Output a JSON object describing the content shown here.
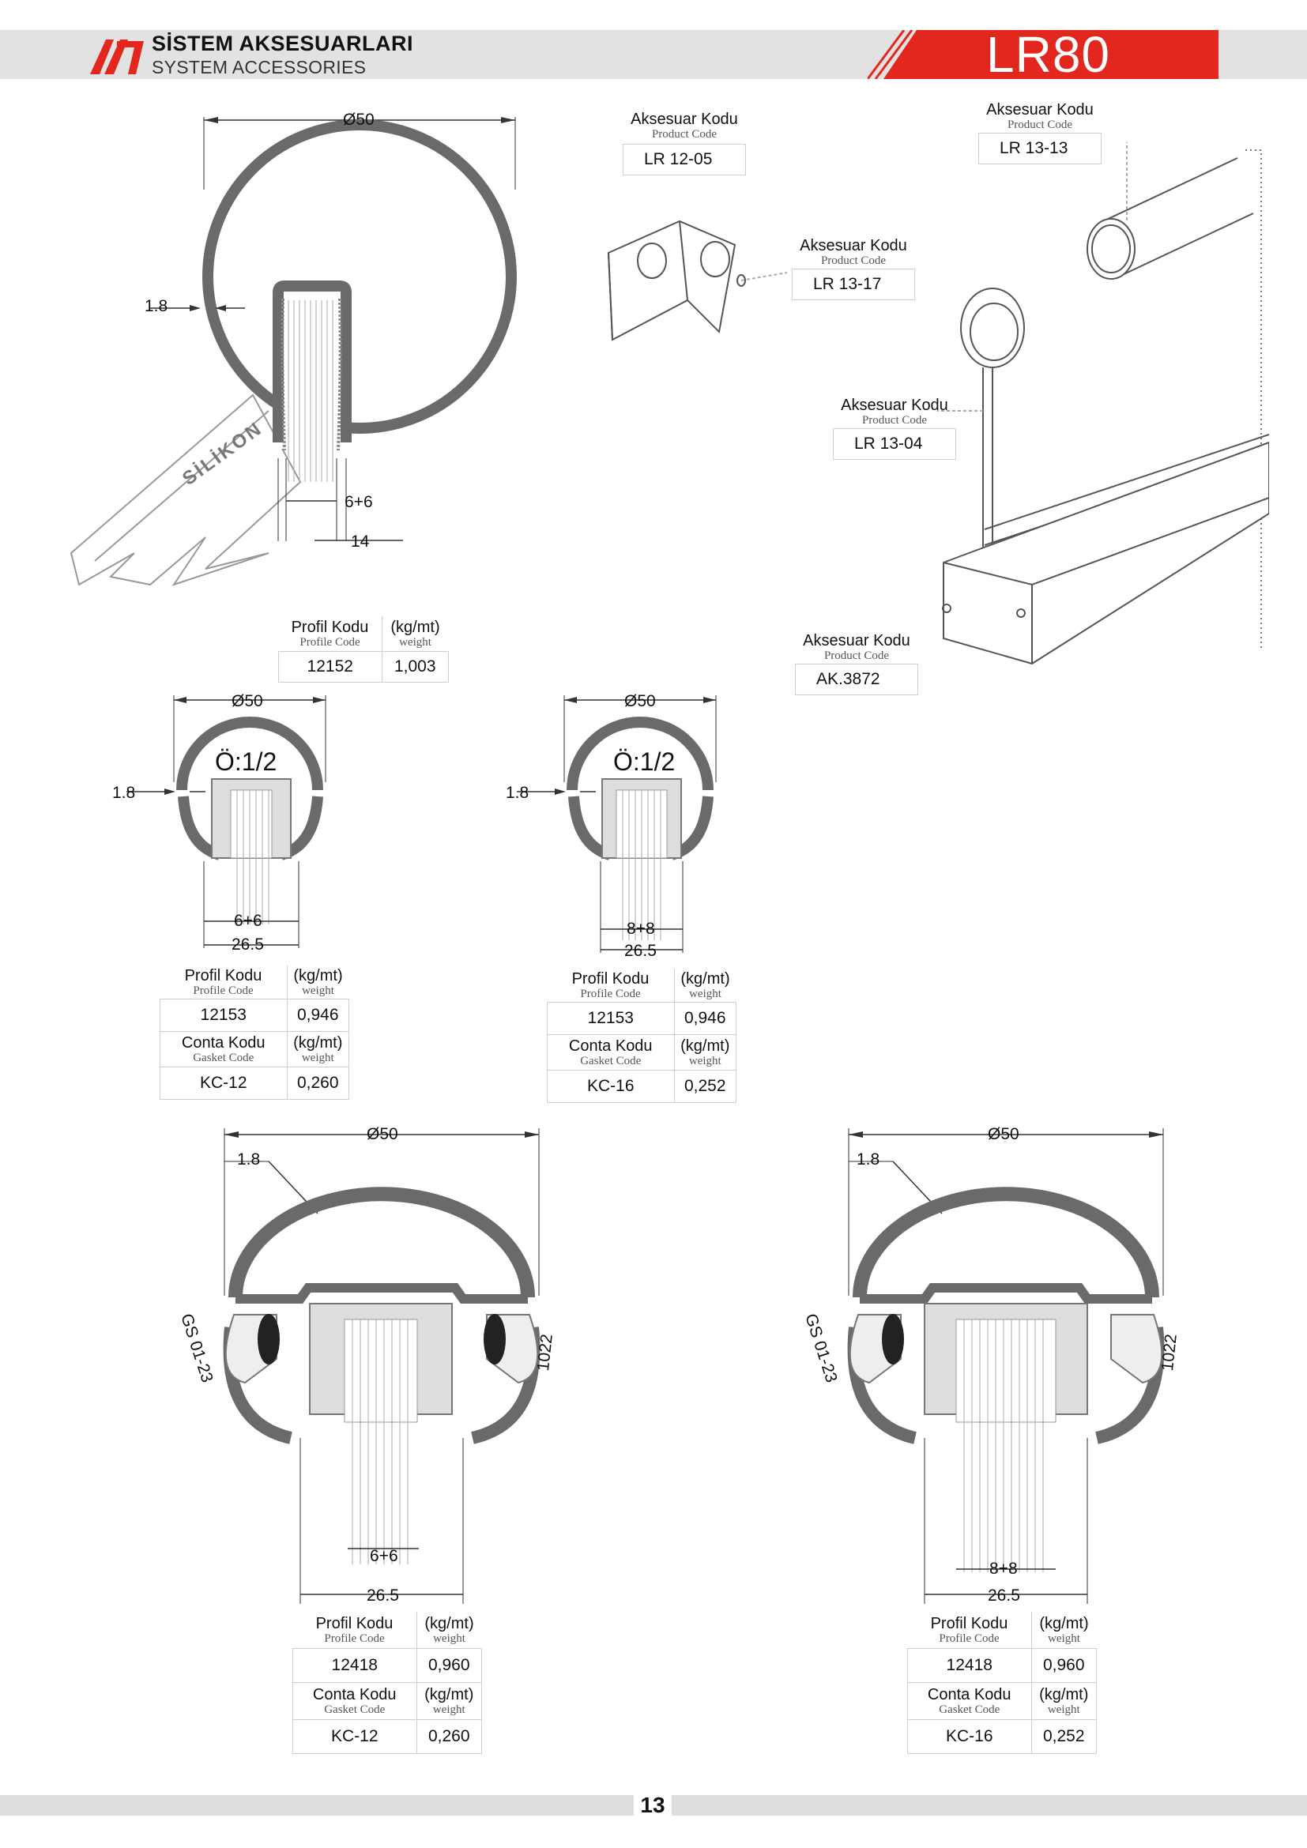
{
  "header": {
    "brand_title": "SİSTEM AKSESUARLARI",
    "brand_subtitle": "SYSTEM ACCESSORIES",
    "series": "LR80",
    "colors": {
      "accent": "#e3261e",
      "band": "#e2e2e2"
    }
  },
  "labels": {
    "accessory": "Aksesuar Kodu",
    "accessory_sub": "Product Code",
    "profile": "Profil Kodu",
    "profile_sub": "Profile Code",
    "gasket": "Conta Kodu",
    "gasket_sub": "Gasket Code",
    "weight": "(kg/mt)",
    "weight_sub": "weight",
    "silicone": "SİLİKON",
    "scale": "Ö:1/2"
  },
  "accessories": [
    {
      "code": "LR 12-05"
    },
    {
      "code": "LR 13-13"
    },
    {
      "code": "LR 13-17"
    },
    {
      "code": "LR 13-04"
    },
    {
      "code": "AK.3872"
    }
  ],
  "profiles": [
    {
      "profile_code": "12152",
      "profile_weight": "1,003",
      "dims": {
        "diameter": "Ø50",
        "wall": "1.8",
        "gap": "6+6",
        "width": "14"
      }
    },
    {
      "profile_code": "12153",
      "profile_weight": "0,946",
      "gasket_code": "KC-12",
      "gasket_weight": "0,260",
      "dims": {
        "diameter": "Ø50",
        "wall": "1.8",
        "gap": "6+6",
        "width": "26.5"
      }
    },
    {
      "profile_code": "12153",
      "profile_weight": "0,946",
      "gasket_code": "KC-16",
      "gasket_weight": "0,252",
      "dims": {
        "diameter": "Ø50",
        "wall": "1.8",
        "gap": "8+8",
        "width": "26.5"
      }
    },
    {
      "profile_code": "12418",
      "profile_weight": "0,960",
      "gasket_code": "KC-12",
      "gasket_weight": "0,260",
      "dims": {
        "diameter": "Ø50",
        "wall": "1.8",
        "gap": "6+6",
        "width": "26.5",
        "gasket_left": "GS 01-23",
        "gasket_right": "1022"
      }
    },
    {
      "profile_code": "12418",
      "profile_weight": "0,960",
      "gasket_code": "KC-16",
      "gasket_weight": "0,252",
      "dims": {
        "diameter": "Ø50",
        "wall": "1.8",
        "gap": "8+8",
        "width": "26.5",
        "gasket_left": "GS 01-23",
        "gasket_right": "1022"
      }
    }
  ],
  "page": {
    "number": "13"
  }
}
